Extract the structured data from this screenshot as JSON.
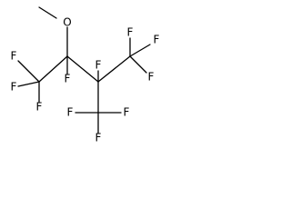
{
  "molecule": {
    "atoms": {
      "o_top": "O",
      "f_c1": "F",
      "f_c2": "F",
      "f_left_top": "F",
      "f_left_mid": "F",
      "f_left_bot": "F",
      "f_right_top": "F",
      "f_right_upper": "F",
      "f_right_mid": "F",
      "f_bot_left": "F",
      "f_bot_mid": "F",
      "f_bot_right": "F"
    },
    "colors": {
      "bond": "#000000",
      "label": "#000000",
      "background": "#ffffff"
    }
  }
}
